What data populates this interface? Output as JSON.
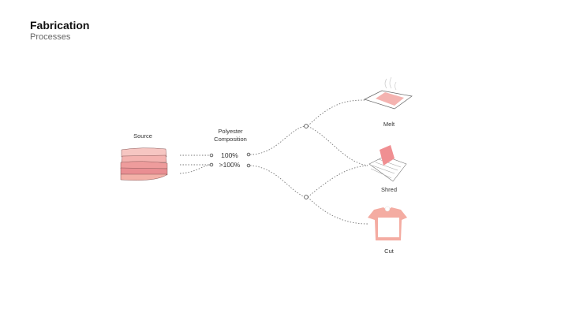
{
  "header": {
    "title": "Fabrication",
    "subtitle": "Processes"
  },
  "diagram": {
    "source_label": "Source",
    "composition_label_line1": "Polyester",
    "composition_label_line2": "Composition",
    "options": [
      "100%",
      ">100%"
    ],
    "processes": [
      "Melt",
      "Shred",
      "Cut"
    ]
  },
  "colors": {
    "pink": "#f4a8a4",
    "pink_dark": "#ef8f90",
    "line": "#777777"
  }
}
